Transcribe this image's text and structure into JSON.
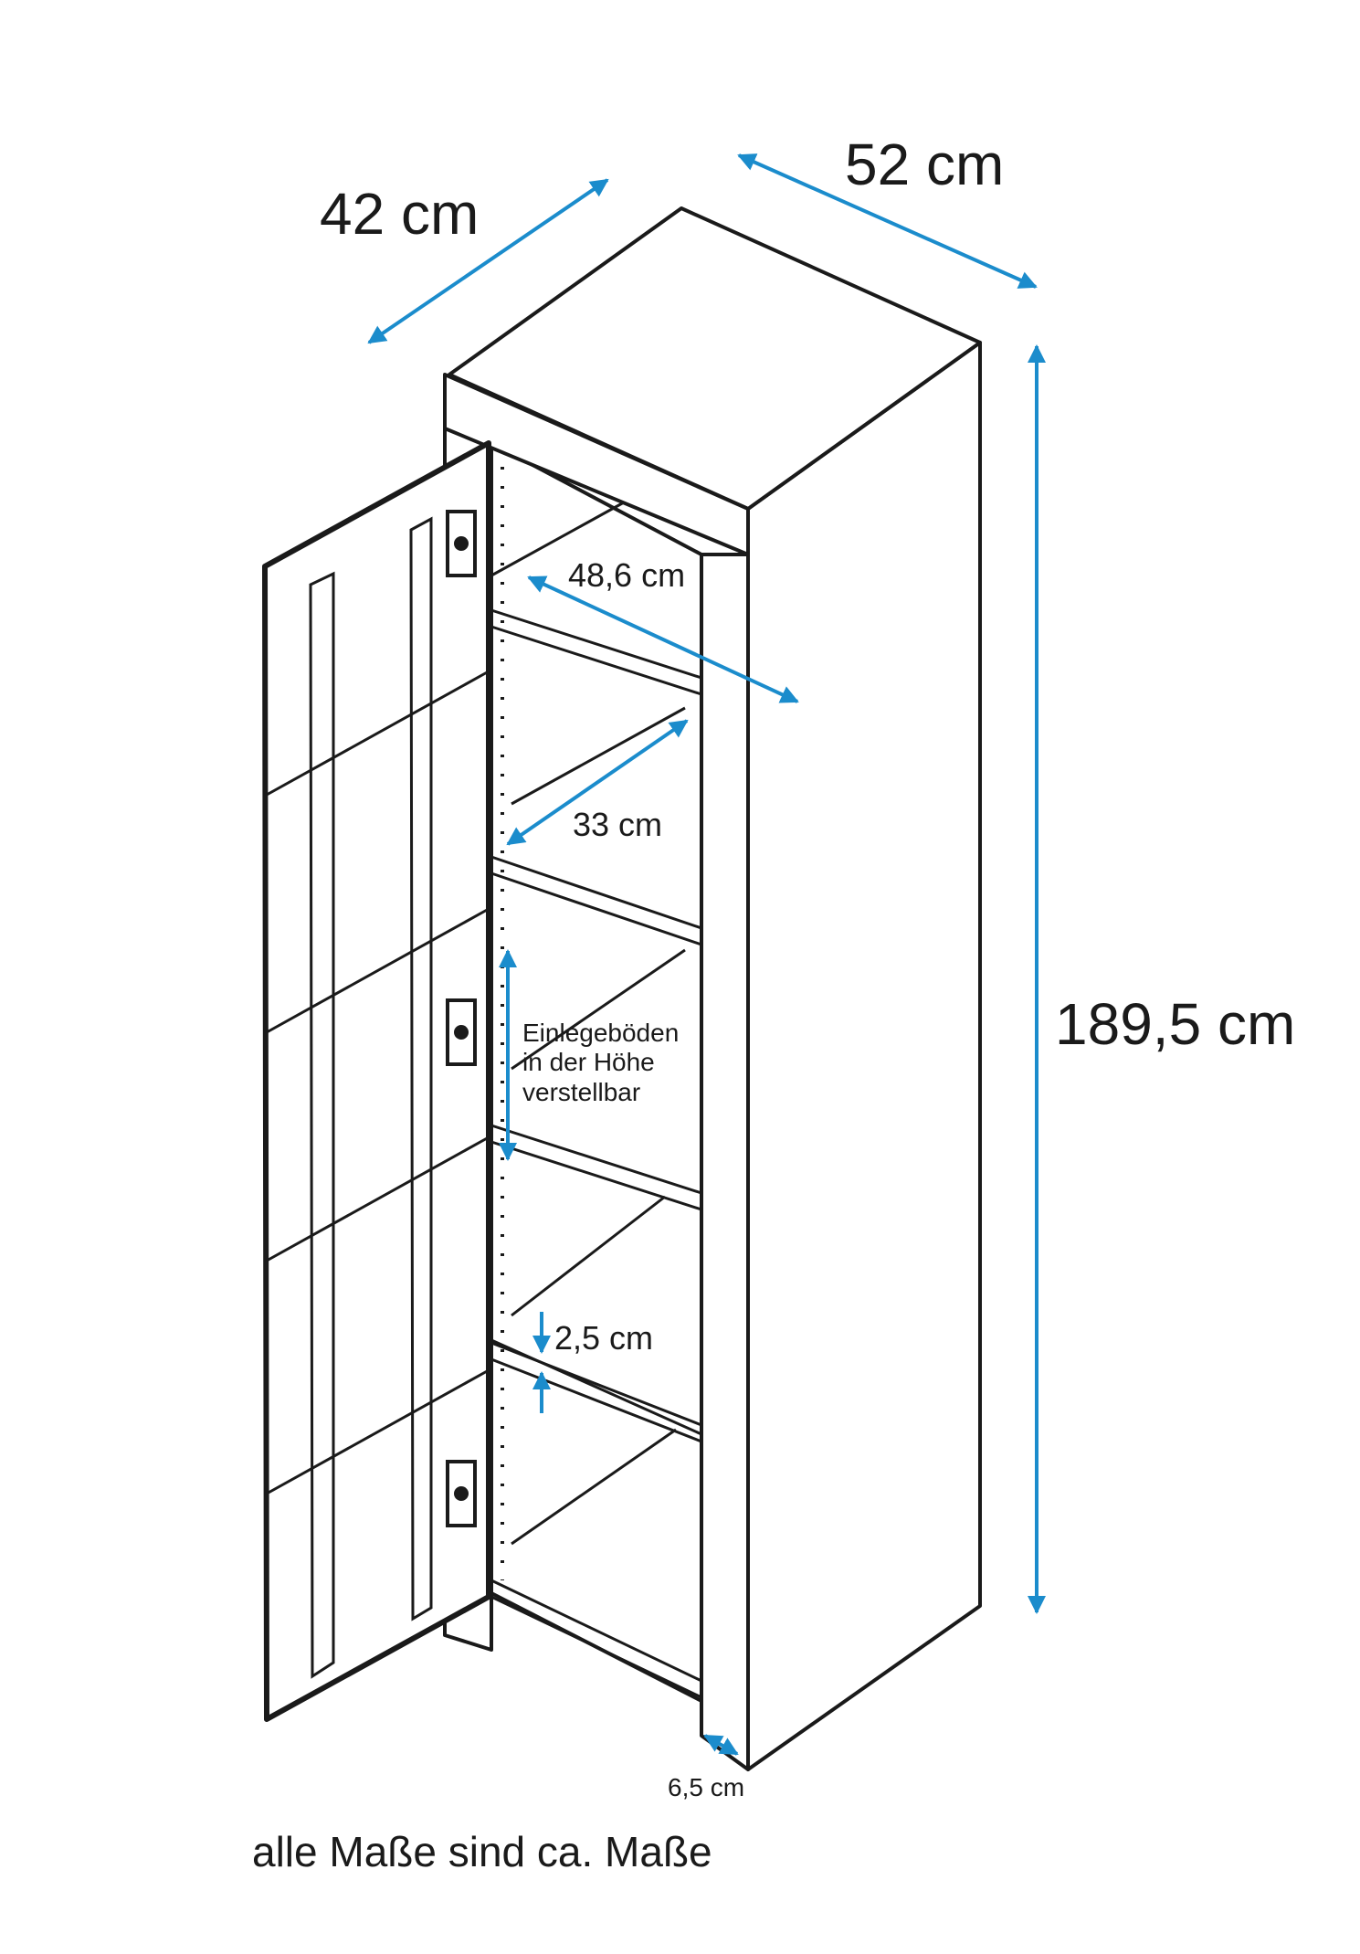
{
  "title": "Cabinet dimensions diagram",
  "colors": {
    "arrow": "#1b8ccc",
    "line": "#1a1a1a"
  },
  "dimensions": {
    "depth": "42 cm",
    "width": "52 cm",
    "height": "189,5 cm",
    "inner_width": "48,6 cm",
    "inner_depth": "33 cm",
    "shelf_thickness": "2,5 cm",
    "pillar_width": "6,5 cm"
  },
  "note_lines": [
    "Einlegeböden",
    "in der Höhe",
    "verstellbar"
  ],
  "footer": "alle Maße sind ca. Maße"
}
